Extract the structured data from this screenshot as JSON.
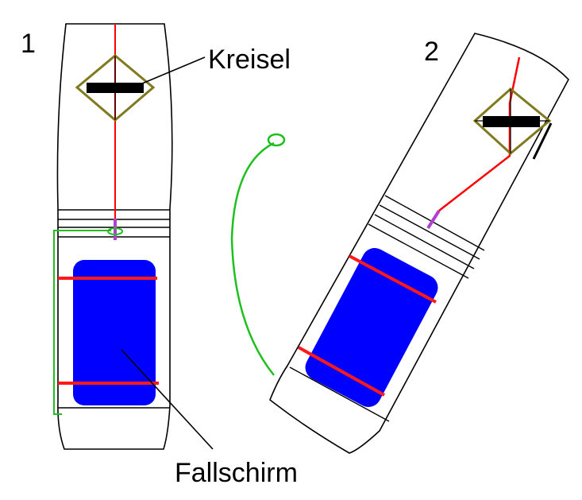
{
  "labels": {
    "step1": "1",
    "step2": "2",
    "gyro": "Kreisel",
    "parachute": "Fallschirm"
  },
  "colors": {
    "outline": "#000000",
    "gyro_frame": "#7f7a1e",
    "gyro_rotor": "#000000",
    "rope": "#ff0000",
    "connector": "#b040d0",
    "ripcord": "#1fbf1f",
    "parachute": "#0000ff",
    "strap": "#ff1a1a"
  }
}
